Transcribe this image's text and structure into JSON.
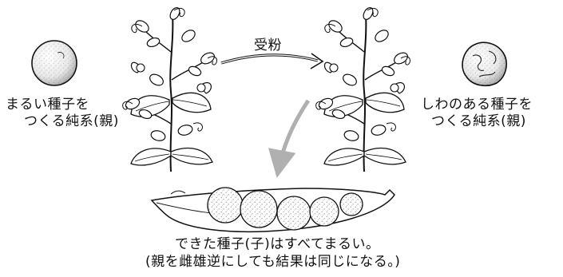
{
  "labels": {
    "pollination": "受粉",
    "left_parent_line1": "まるい種子を",
    "left_parent_line2": "つくる純系(親)",
    "right_parent_line1": "しわのある種子を",
    "right_parent_line2": "つくる純系(親)"
  },
  "caption": {
    "line1": "できた種子(子)はすべてまるい。",
    "line2": "(親を雌雄逆にしても結果は同じになる。)"
  },
  "colors": {
    "ink": "#111111",
    "arrow_gray": "#b0b0b0"
  },
  "icons": [
    "round-seed-icon",
    "wrinkled-seed-icon",
    "pea-plant-icon",
    "pea-pod-icon"
  ]
}
